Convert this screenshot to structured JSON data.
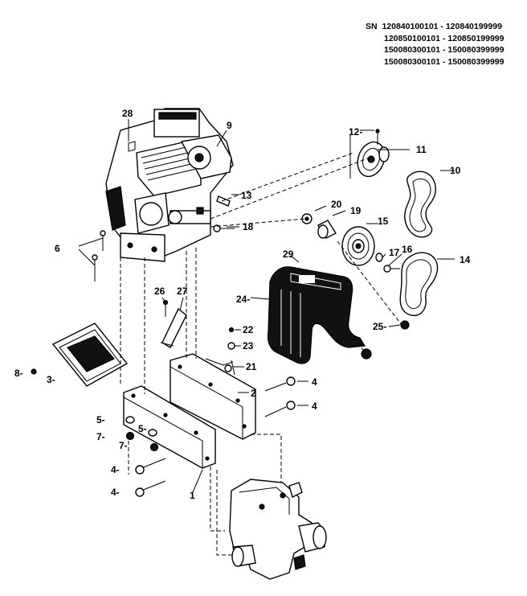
{
  "serial_block": {
    "prefix": "SN",
    "ranges": [
      "120840100101 - 120840199999",
      "120850100101 - 120850199999",
      "150080300101 - 150080399999",
      "150080300101 - 150080399999"
    ]
  },
  "callouts": {
    "c1": "1",
    "c2": "2",
    "c3": "3-",
    "c4a": "4",
    "c4b": "4",
    "c4c": "4-",
    "c4d": "4-",
    "c5a": "5-",
    "c5b": "5-",
    "c6": "6",
    "c7a": "7-",
    "c7b": "7-",
    "c8": "8-",
    "c9": "9",
    "c10": "10",
    "c11": "11",
    "c12": "12-",
    "c13": "13",
    "c14": "14",
    "c15": "15",
    "c16": "16",
    "c17": "17",
    "c18": "18",
    "c19": "19",
    "c20": "20",
    "c21": "21",
    "c22": "22",
    "c23": "23",
    "c24": "24-",
    "c25": "25-",
    "c26": "26",
    "c27": "27",
    "c28": "28",
    "c29": "29"
  }
}
